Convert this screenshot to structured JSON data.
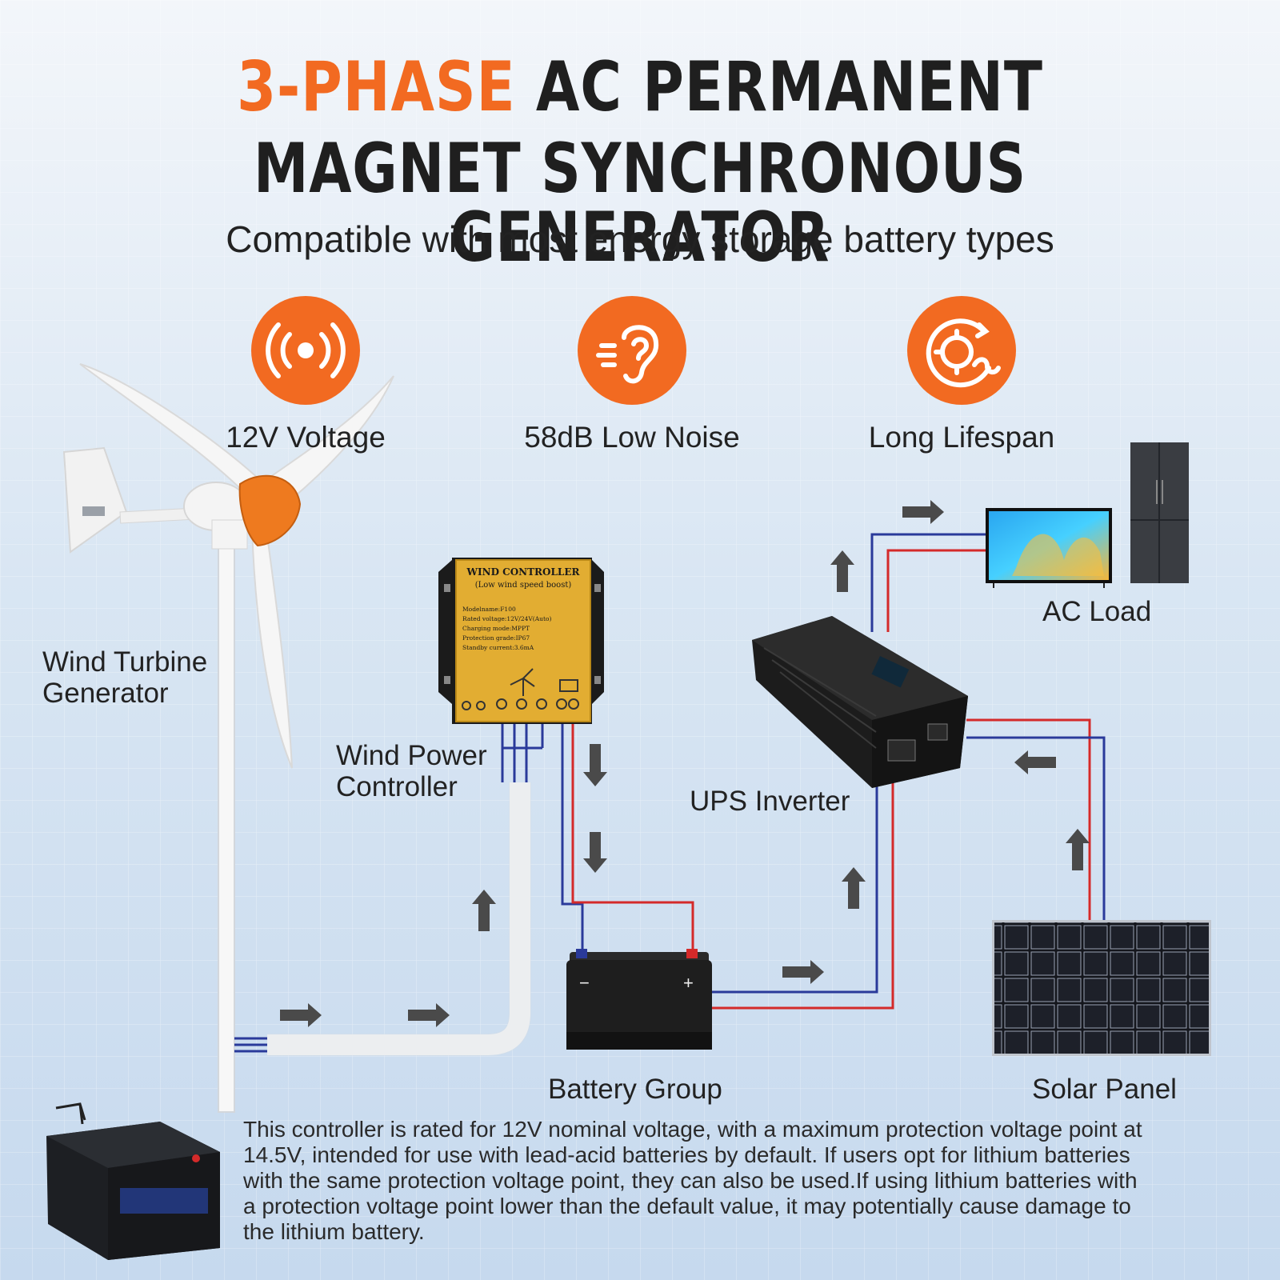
{
  "title": {
    "accent": "3-PHASE",
    "line1_rest": " AC PERMANENT",
    "line2": "MAGNET SYNCHRONOUS GENERATOR"
  },
  "subtitle": "Compatible with most energy storage battery types",
  "features": [
    {
      "label": "12V Voltage",
      "icon": "signal-broadcast-icon"
    },
    {
      "label": "58dB Low Noise",
      "icon": "ear-icon"
    },
    {
      "label": "Long Lifespan",
      "icon": "gear-lifespan-icon"
    }
  ],
  "labels": {
    "wind_turbine": "Wind Turbine\nGenerator",
    "wind_controller": "Wind Power\nController",
    "ups_inverter": "UPS Inverter",
    "ac_load": "AC Load",
    "battery_group": "Battery Group",
    "solar_panel": "Solar Panel"
  },
  "controller_panel": {
    "title": "WIND CONTROLLER",
    "subtitle": "(Low wind speed boost)",
    "specs": [
      "Modelname:F100",
      "Rated voltage:12V/24V(Auto)",
      "Charging mode:MPPT",
      "Protection grade:IP67",
      "Standby current:3.6mA"
    ]
  },
  "battery_signs": {
    "minus": "−",
    "plus": "+"
  },
  "note": "This controller is rated for 12V nominal voltage, with a maximum protection voltage point at\n14.5V, intended for use with lead-acid batteries by default. If users opt for lithium batteries\nwith the same protection voltage point, they can also be used.If using lithium batteries with\na protection voltage point lower than the default value, it may potentially cause damage to\n the lithium battery.",
  "colors": {
    "accent": "#f26a21",
    "wire_positive": "#d42a2a",
    "wire_negative": "#2a3a9a",
    "controller_gold": "#e2ad32",
    "text_dark": "#1f1f1f"
  }
}
